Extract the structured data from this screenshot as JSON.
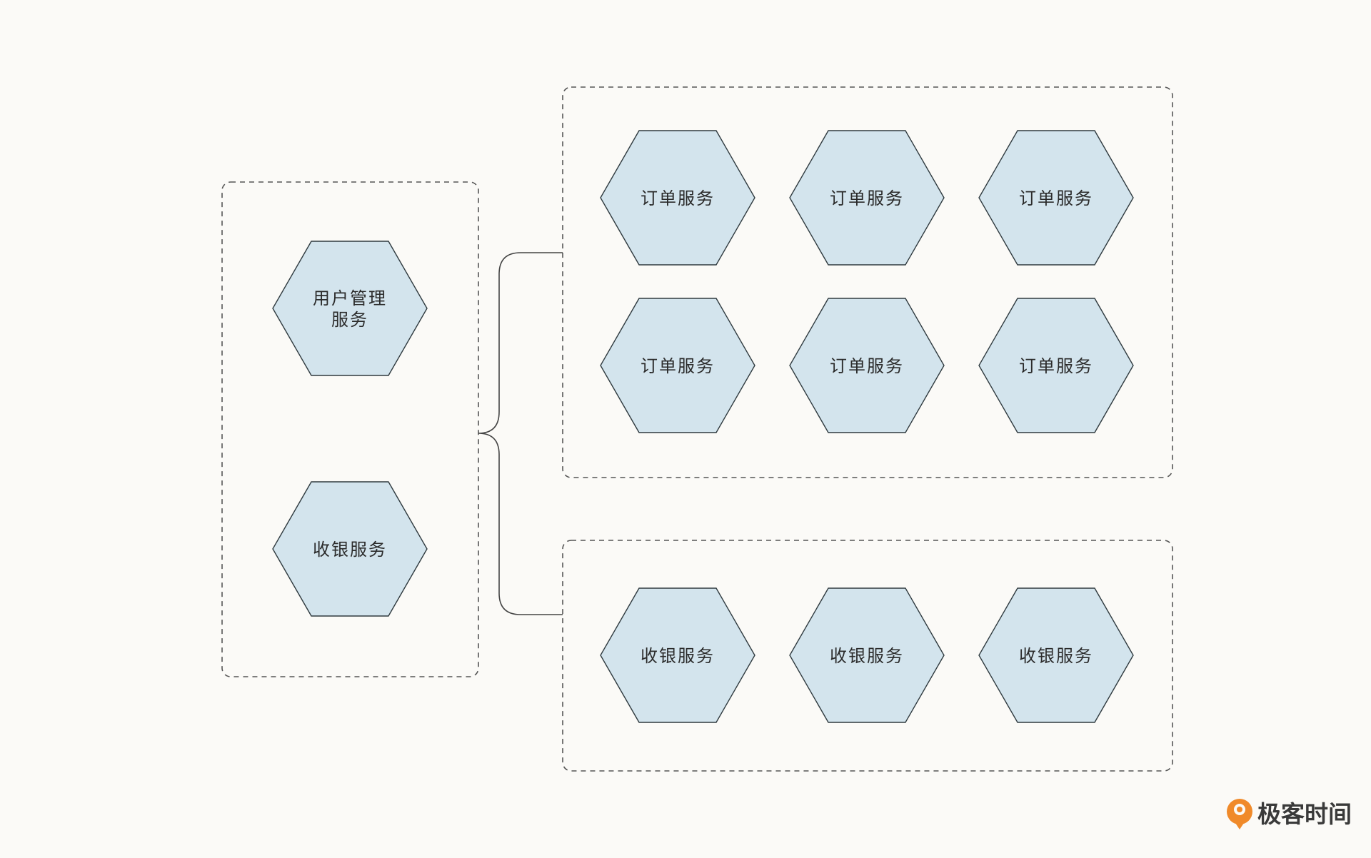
{
  "colors": {
    "background": "#fbfaf7",
    "hex_fill": "#d3e4ed",
    "hex_stroke": "#2f3a3f",
    "group_border": "#555555",
    "connector": "#444444",
    "brand_orange": "#f08a2a"
  },
  "left_group": {
    "nodes": [
      {
        "id": "user-management",
        "lines": [
          "用户管理",
          "服务"
        ]
      },
      {
        "id": "cashier",
        "lines": [
          "收银服务"
        ]
      }
    ]
  },
  "order_group": {
    "nodes": [
      {
        "id": "order-1",
        "lines": [
          "订单服务"
        ]
      },
      {
        "id": "order-2",
        "lines": [
          "订单服务"
        ]
      },
      {
        "id": "order-3",
        "lines": [
          "订单服务"
        ]
      },
      {
        "id": "order-4",
        "lines": [
          "订单服务"
        ]
      },
      {
        "id": "order-5",
        "lines": [
          "订单服务"
        ]
      },
      {
        "id": "order-6",
        "lines": [
          "订单服务"
        ]
      }
    ]
  },
  "cashier_group": {
    "nodes": [
      {
        "id": "cashier-1",
        "lines": [
          "收银服务"
        ]
      },
      {
        "id": "cashier-2",
        "lines": [
          "收银服务"
        ]
      },
      {
        "id": "cashier-3",
        "lines": [
          "收银服务"
        ]
      }
    ]
  },
  "brand": {
    "logo_icon": "geektime-logo-icon",
    "name": "极客时间"
  }
}
